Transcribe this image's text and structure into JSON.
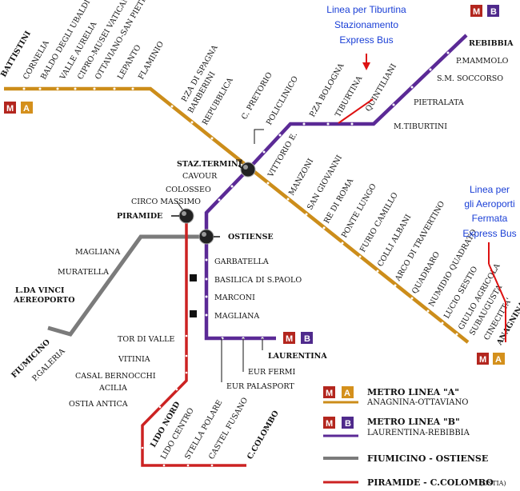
{
  "notes": {
    "tiburtina": [
      "Linea per Tiburtina",
      "Stazionamento",
      "Express Bus"
    ],
    "airports": [
      "Linea per",
      "gli Aeroporti",
      "Fermata",
      "Express Bus"
    ]
  },
  "badges": {
    "m": "M",
    "a": "A",
    "b": "B"
  },
  "line_a": {
    "terminus_west": "BATTISTINI",
    "terminus_east": "ANAGNINA",
    "stations_west": [
      "CORNELIA",
      "BALDO DEGLI UBALDI",
      "VALLE AURELIA",
      "CIPRO-MUSEI VATICANI",
      "OTTAVIANO-SAN PIETRO",
      "LEPANTO",
      "FLAMINIO"
    ],
    "stations_mid": [
      "P.ZA DI SPAGNA",
      "BARBERINI",
      "REPUBBLICA"
    ],
    "stations_east": [
      "VITTORIO E.",
      "MANZONI",
      "SAN GIOVANNI",
      "RE DI ROMA",
      "PONTE LUNGO",
      "FURIO CAMILLO",
      "COLLI ALBANI",
      "ARCO DI TRAVERTINO",
      "QUADRARO",
      "NUMIDIO QUADRATO",
      "LUCIO SESTIO",
      "GIULIO AGRICOLA",
      "SUBAUGUSTA",
      "CINECITTA'"
    ]
  },
  "line_b": {
    "terminus_north": "REBIBBIA",
    "terminus_south": "LAURENTINA",
    "stations_north": [
      "P.MAMMOLO",
      "S.M. SOCCORSO",
      "PIETRALATA",
      "M.TIBURTINI"
    ],
    "stations_diag": [
      "QUINTILIANI",
      "TIBURTINA",
      "P.ZA BOLOGNA",
      "POLICLINICO",
      "C. PRETORIO"
    ],
    "stations_south": [
      "CAVOUR",
      "COLOSSEO",
      "CIRCO MASSIMO",
      "GARBATELLA",
      "BASILICA DI S.PAOLO",
      "MARCONI",
      "MAGLIANA",
      "EUR FERMI",
      "EUR PALASPORT"
    ]
  },
  "interchanges": {
    "termini": "STAZ.TERMINI",
    "piramide": "PIRAMIDE",
    "ostiense": "OSTIENSE"
  },
  "fiumicino": {
    "stations": [
      "MAGLIANA",
      "MURATELLA",
      "L.DA VINCI",
      "AEREOPORTO",
      "FIUMICINO",
      "P.GALERIA"
    ]
  },
  "lido": {
    "stations": [
      "TOR DI VALLE",
      "VITINIA",
      "CASAL BERNOCCHI",
      "ACILIA",
      "OSTIA ANTICA",
      "LIDO NORD",
      "LIDO CENTRO",
      "STELLA POLARE",
      "CASTEL FUSANO",
      "C.COLOMBO"
    ]
  },
  "legend": {
    "a_title": "METRO LINEA \"A\"",
    "a_sub": "ANAGNINA-OTTAVIANO",
    "b_title": "METRO LINEA \"B\"",
    "b_sub": "LAURENTINA-REBIBBIA",
    "fiumicino": "FIUMICINO - OSTIENSE",
    "lido": "PIRAMIDE - C.COLOMBO",
    "lido_small": "(OSTIA)"
  },
  "colors": {
    "line_a": "#cc8d1a",
    "line_b": "#5b2a96",
    "fiumicino": "#7b7b7b",
    "lido": "#cc2222",
    "badge_m": "#b3261e",
    "badge_a": "#d4901c",
    "badge_b": "#4f2a8c",
    "note": "#1a3fd6"
  }
}
